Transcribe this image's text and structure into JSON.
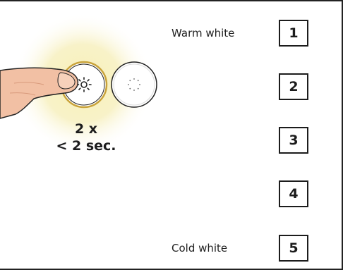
{
  "press_instruction": {
    "count": "2 x",
    "duration": "< 2 sec."
  },
  "labels": {
    "top": "Warm white",
    "bottom": "Cold white"
  },
  "steps": [
    "1",
    "2",
    "3",
    "4",
    "5"
  ],
  "icons": {
    "primary_button": "sun-icon",
    "secondary_button": "dotted-circle-icon",
    "finger": "finger-pressing-icon"
  },
  "colors": {
    "glow": "#f5efb4",
    "button_ring": "#c9a33a",
    "skin": "#f2c0a4",
    "skin_shadow": "#e6a88a",
    "outline": "#222222"
  }
}
